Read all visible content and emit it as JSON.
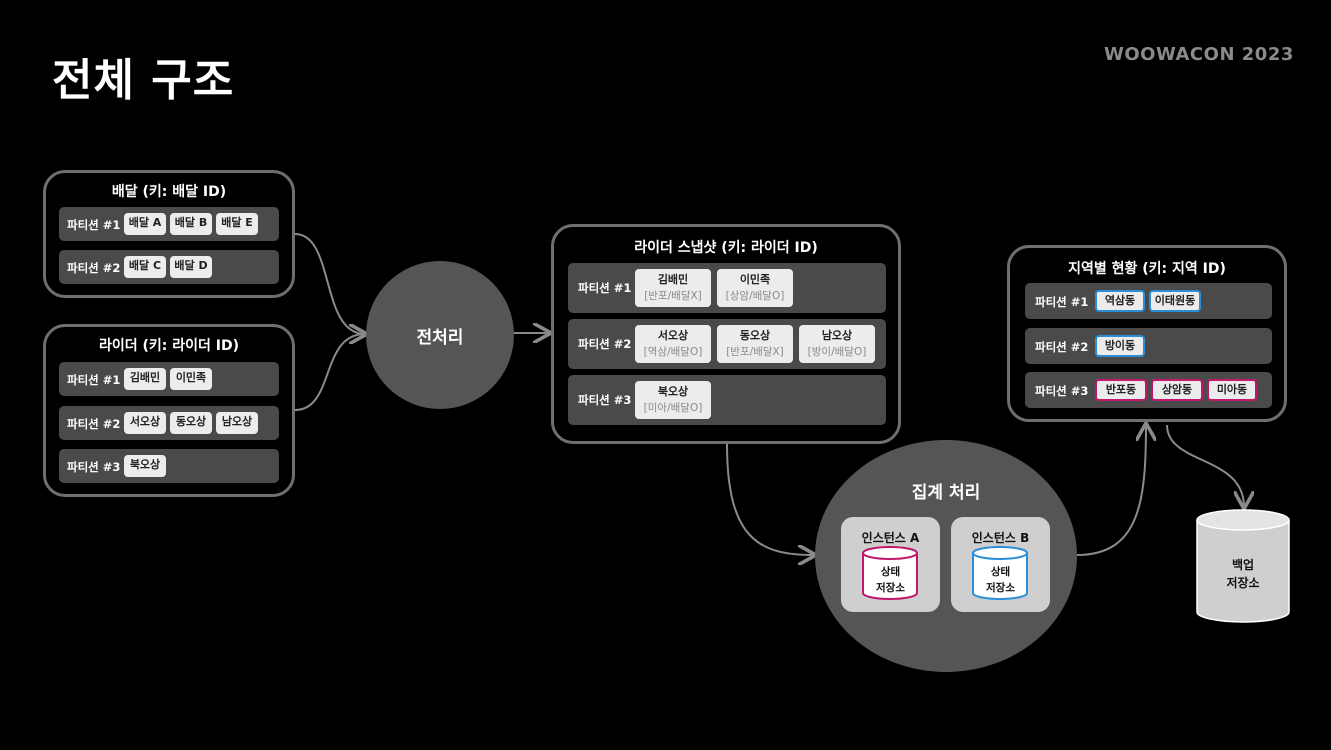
{
  "title": "전체 구조",
  "brand": "WOOWACON 2023",
  "delivery": {
    "title": "배달 (키: 배달 ID)",
    "partitions": [
      {
        "label": "파티션 #1",
        "items": [
          "배달 A",
          "배달 B",
          "배달 E"
        ]
      },
      {
        "label": "파티션 #2",
        "items": [
          "배달 C",
          "배달 D"
        ]
      }
    ]
  },
  "rider": {
    "title": "라이더 (키: 라이더 ID)",
    "partitions": [
      {
        "label": "파티션 #1",
        "items": [
          "김배민",
          "이민족"
        ]
      },
      {
        "label": "파티션 #2",
        "items": [
          "서오상",
          "동오상",
          "남오상"
        ]
      },
      {
        "label": "파티션 #3",
        "items": [
          "북오상"
        ]
      }
    ]
  },
  "preprocess": {
    "label": "전처리"
  },
  "snapshot": {
    "title": "라이더 스냅샷 (키: 라이더 ID)",
    "partitions": [
      {
        "label": "파티션 #1",
        "items": [
          {
            "name": "김배민",
            "info": "[반포/배달X]"
          },
          {
            "name": "이민족",
            "info": "[상암/배달O]"
          }
        ]
      },
      {
        "label": "파티션 #2",
        "items": [
          {
            "name": "서오상",
            "info": "[역삼/배달O]"
          },
          {
            "name": "동오상",
            "info": "[반포/배달X]"
          },
          {
            "name": "남오상",
            "info": "[방이/배달O]"
          }
        ]
      },
      {
        "label": "파티션 #3",
        "items": [
          {
            "name": "북오상",
            "info": "[미아/배달O]"
          }
        ]
      }
    ]
  },
  "aggregate": {
    "label": "집계 처리",
    "instances": [
      {
        "title": "인스턴스 A",
        "store_line1": "상태",
        "store_line2": "저장소",
        "color": "#c0186a"
      },
      {
        "title": "인스턴스 B",
        "store_line1": "상태",
        "store_line2": "저장소",
        "color": "#2a8fd8"
      }
    ]
  },
  "region": {
    "title": "지역별 현황 (키: 지역 ID)",
    "partitions": [
      {
        "label": "파티션 #1",
        "items": [
          "역삼동",
          "이태원동"
        ],
        "color": "blue"
      },
      {
        "label": "파티션 #2",
        "items": [
          "방이동"
        ],
        "color": "blue"
      },
      {
        "label": "파티션 #3",
        "items": [
          "반포동",
          "상암동",
          "미아동"
        ],
        "color": "pink"
      }
    ]
  },
  "backup": {
    "line1": "백업",
    "line2": "저장소"
  }
}
